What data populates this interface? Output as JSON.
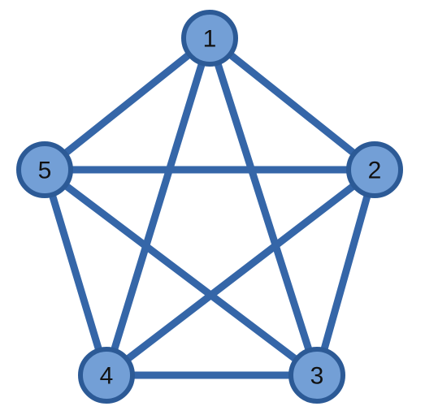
{
  "colors": {
    "edge": "#3566a8",
    "node_fill": "#739fd6",
    "node_stroke": "#2c5a96"
  },
  "graph": {
    "type": "complete-graph",
    "nodes": [
      {
        "id": "1",
        "label": "1"
      },
      {
        "id": "2",
        "label": "2"
      },
      {
        "id": "3",
        "label": "3"
      },
      {
        "id": "4",
        "label": "4"
      },
      {
        "id": "5",
        "label": "5"
      }
    ],
    "edges": [
      [
        "1",
        "2"
      ],
      [
        "1",
        "3"
      ],
      [
        "1",
        "4"
      ],
      [
        "1",
        "5"
      ],
      [
        "2",
        "3"
      ],
      [
        "2",
        "4"
      ],
      [
        "2",
        "5"
      ],
      [
        "3",
        "4"
      ],
      [
        "3",
        "5"
      ],
      [
        "4",
        "5"
      ]
    ]
  }
}
